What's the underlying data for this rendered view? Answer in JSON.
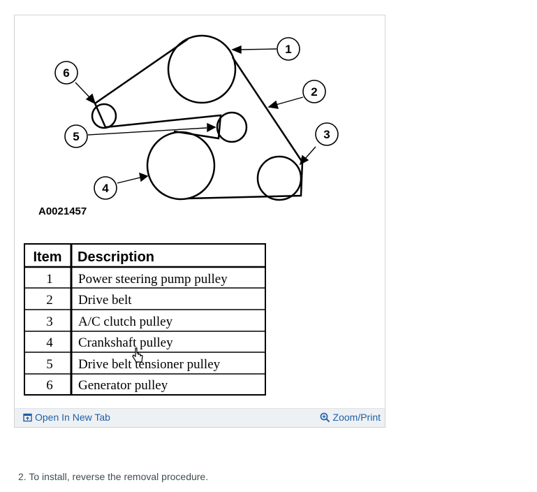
{
  "diagram": {
    "callouts": [
      {
        "id": "callout-1",
        "label": "1"
      },
      {
        "id": "callout-2",
        "label": "2"
      },
      {
        "id": "callout-3",
        "label": "3"
      },
      {
        "id": "callout-4",
        "label": "4"
      },
      {
        "id": "callout-5",
        "label": "5"
      },
      {
        "id": "callout-6",
        "label": "6"
      }
    ],
    "figure_code": "A0021457"
  },
  "legend_table": {
    "headers": [
      "Item",
      "Description"
    ],
    "rows": [
      {
        "item": "1",
        "description": "Power steering pump pulley"
      },
      {
        "item": "2",
        "description": "Drive belt"
      },
      {
        "item": "3",
        "description": "A/C clutch pulley"
      },
      {
        "item": "4",
        "description": "Crankshaft pulley"
      },
      {
        "item": "5",
        "description": "Drive belt tensioner pulley"
      },
      {
        "item": "6",
        "description": "Generator pulley"
      }
    ]
  },
  "footer": {
    "open_label": "Open In New Tab",
    "zoom_label": "Zoom/Print",
    "open_icon": "open-in-new-tab-icon",
    "zoom_icon": "magnifier-plus-icon"
  },
  "content": {
    "step_text": "2. To install, reverse the removal procedure."
  },
  "colors": {
    "link": "#1f5fa6",
    "footer_bg": "#eef1f4",
    "ink": "#000000"
  }
}
